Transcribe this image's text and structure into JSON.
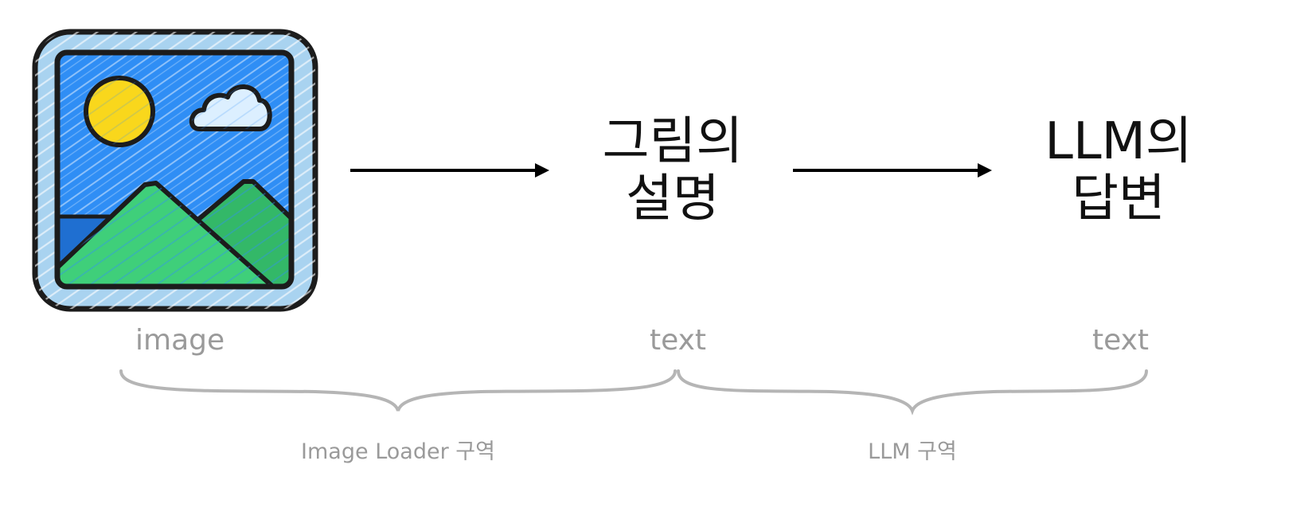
{
  "nodes": {
    "description": {
      "line1": "그림의",
      "line2": "설명"
    },
    "answer": {
      "line1": "LLM의",
      "line2": "답변"
    }
  },
  "types": {
    "input": "image",
    "middle": "text",
    "output": "text"
  },
  "zones": {
    "loader": "Image Loader 구역",
    "llm": "LLM 구역"
  },
  "colors": {
    "frame_fill": "#a9d3f0",
    "sky": "#2f8ef5",
    "sun": "#f9d71c",
    "cloud": "#dcefff",
    "mountain": "#3fcf7a",
    "mountain_back": "#33b868",
    "water": "#1f6fd1",
    "outline": "#1c1c1c",
    "arrow": "#000000",
    "brace": "#b5b5b5",
    "label": "#9a9a9a"
  }
}
